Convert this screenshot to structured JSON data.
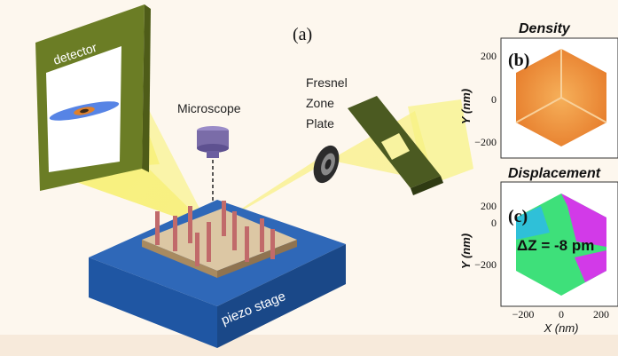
{
  "panel_a": {
    "label": "(a)",
    "detector_label": "detector",
    "microscope_label": "Microscope",
    "zone_plate_label": [
      "Fresnel",
      "Zone",
      "Plate"
    ],
    "stage_label": "piezo stage"
  },
  "panel_b": {
    "title": "Density",
    "label": "(b)",
    "ylabel": "Y (nm)",
    "yticks": [
      "200",
      "0",
      "−200"
    ]
  },
  "panel_c": {
    "title": "Displacement",
    "label": "(c)",
    "annotation": "ΔZ = -8 pm",
    "ylabel": "Y (nm)",
    "yticks": [
      "200",
      "0",
      "−200"
    ],
    "xticks": [
      "−200",
      "0",
      "200"
    ],
    "xlabel": "X (nm)"
  },
  "colors": {
    "detector_frame": "#6b7d25",
    "beam": "#f4ee3a",
    "stage_top": "#2f68b8",
    "stage_side": "#1c4f97",
    "sample": "#dcc7a4",
    "pillar": "#c16a6a",
    "microscope": "#7a6ca8",
    "zone_plate": "#4b5a21",
    "density": "#e8893a",
    "displacement_green": "#3ee07a",
    "displacement_magenta": "#d23ae8"
  }
}
